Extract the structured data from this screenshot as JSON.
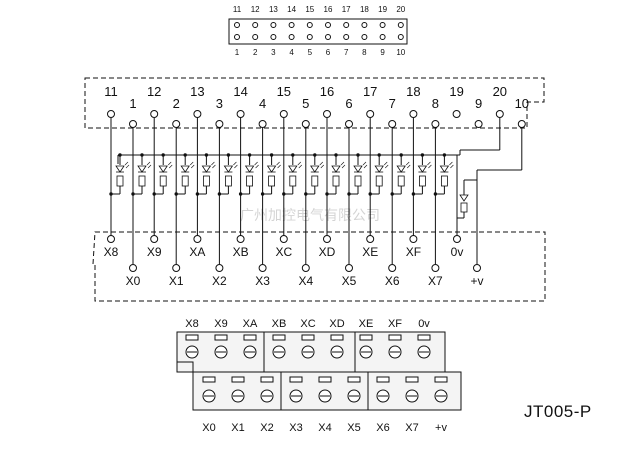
{
  "header": {
    "top_row": [
      "11",
      "12",
      "13",
      "14",
      "15",
      "16",
      "17",
      "18",
      "19",
      "20"
    ],
    "bottom_row": [
      "1",
      "2",
      "3",
      "4",
      "5",
      "6",
      "7",
      "8",
      "9",
      "10"
    ]
  },
  "connector": {
    "pins_top": [
      "11",
      "12",
      "13",
      "14",
      "15",
      "16",
      "17",
      "18",
      "19",
      "20"
    ],
    "pins_bottom": [
      "1",
      "2",
      "3",
      "4",
      "5",
      "6",
      "7",
      "8",
      "9",
      "10"
    ]
  },
  "terminals": {
    "upper": [
      "X8",
      "X9",
      "XA",
      "XB",
      "XC",
      "XD",
      "XE",
      "XF",
      "0v"
    ],
    "lower": [
      "X0",
      "X1",
      "X2",
      "X3",
      "X4",
      "X5",
      "X6",
      "X7",
      "+v"
    ]
  },
  "terminal_block": {
    "upper": [
      "X8",
      "X9",
      "XA",
      "XB",
      "XC",
      "XD",
      "XE",
      "XF",
      "0v"
    ],
    "lower": [
      "X0",
      "X1",
      "X2",
      "X3",
      "X4",
      "X5",
      "X6",
      "X7",
      "+v"
    ]
  },
  "model": "JT005-P",
  "watermark": "广州加控电气有限公司"
}
